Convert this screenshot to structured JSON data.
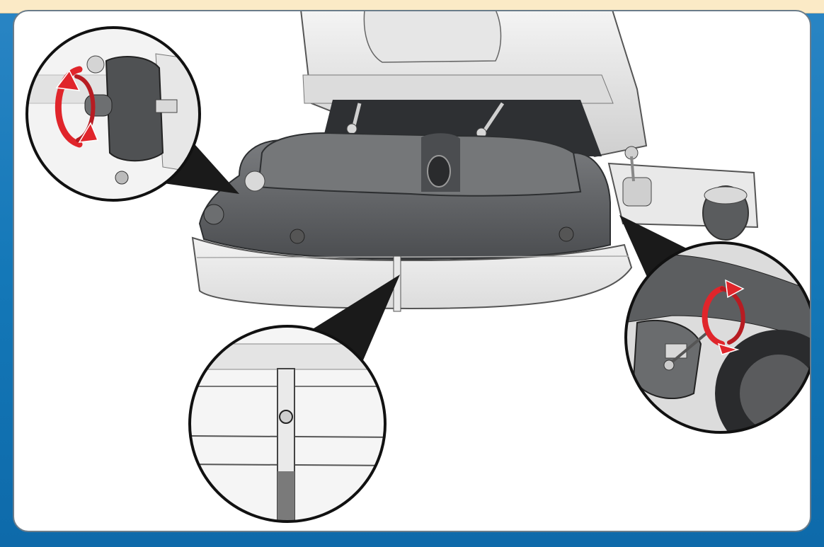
{
  "colors": {
    "frame_blue": "#1478b8",
    "top_strip": "#fbeac6",
    "panel_white": "#ffffff",
    "machine_gray": "#5e6062",
    "arrow_red": "#e0252b"
  },
  "illustration": {
    "callouts": [
      {
        "name": "detail-left-knob",
        "shows_rotation": true
      },
      {
        "name": "detail-center-seam",
        "shows_rotation": false
      },
      {
        "name": "detail-right-knob",
        "shows_rotation": true
      }
    ]
  }
}
